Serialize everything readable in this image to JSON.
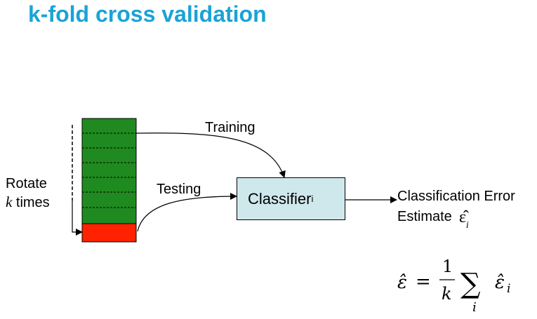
{
  "title": "k-fold cross validation",
  "labels": {
    "rotate_line1": "Rotate",
    "rotate_k": "k",
    "rotate_times": "times",
    "training": "Training",
    "testing": "Testing",
    "classifier": "Classifier",
    "classifier_sub": "i",
    "error_line1": "Classification Error",
    "error_line2": "Estimate",
    "error_symbol": "ε̂",
    "error_sub": "i"
  },
  "formula": {
    "lhs": "ε̂",
    "equals": "=",
    "numerator": "1",
    "denominator": "k",
    "sum": "∑",
    "sum_index": "i",
    "term": "ε̂",
    "term_sub": "i"
  },
  "colors": {
    "title": "#1aa3d6",
    "train_fold": "#1f8a1f",
    "test_fold": "#ff2200",
    "classifier_fill": "#cfe8ec"
  }
}
